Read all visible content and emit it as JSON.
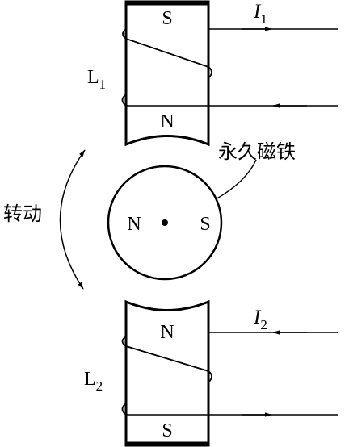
{
  "top_magnet": {
    "pole_top": "S",
    "pole_bottom": "N",
    "coil": "L",
    "coil_sub": "1",
    "current": "I",
    "current_sub": "1"
  },
  "bottom_magnet": {
    "pole_top": "N",
    "pole_bottom": "S",
    "coil": "L",
    "coil_sub": "2",
    "current": "I",
    "current_sub": "2"
  },
  "rotor": {
    "pole_left": "N",
    "pole_right": "S",
    "label": "永久磁铁"
  },
  "rotation_label": "转动"
}
